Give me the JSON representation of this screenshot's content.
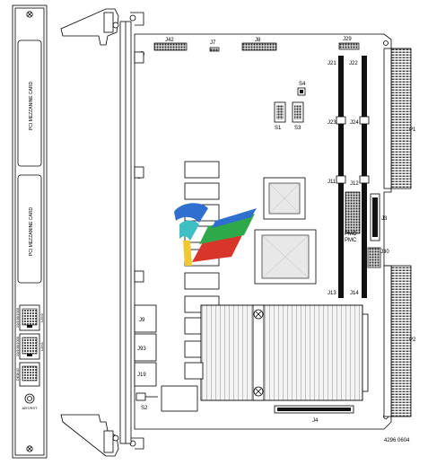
{
  "front_panel": {
    "pmc_slot_top_label": "PCI MEZZANINE CARD",
    "pmc_slot_bottom_label": "PCI MEZZANINE CARD",
    "port_labels": [
      "10/100/1000",
      "10/100/1000",
      "DEBUG"
    ],
    "port_side_labels": [
      "LAN2",
      "LAN1",
      ""
    ],
    "abort_label": "ABT/RST"
  },
  "board": {
    "header_labels": {
      "j42": "J42",
      "j7": "J7",
      "j8": "J8",
      "j29": "J29",
      "j21": "J21",
      "j22": "J22",
      "j23": "J23",
      "j24": "J24",
      "j11": "J11",
      "j12": "J12",
      "j13": "J13",
      "j14": "J14",
      "j3": "J3",
      "j30": "J30",
      "j9": "J9",
      "j93": "J93",
      "j19": "J19",
      "j4": "J4",
      "p1": "P1",
      "p2": "P2"
    },
    "switch_labels": {
      "s1": "S1",
      "s2": "S2",
      "s3": "S3",
      "s4": "S4"
    },
    "pmc_labels": [
      "PMC",
      "PMC"
    ],
    "figure_id": "4296 0604"
  },
  "colors": {
    "logo_blue": "#2f6fd0",
    "logo_red": "#d8362a",
    "logo_green": "#2fa84a",
    "logo_yellow": "#f2c832",
    "logo_teal": "#3fbfc4"
  }
}
